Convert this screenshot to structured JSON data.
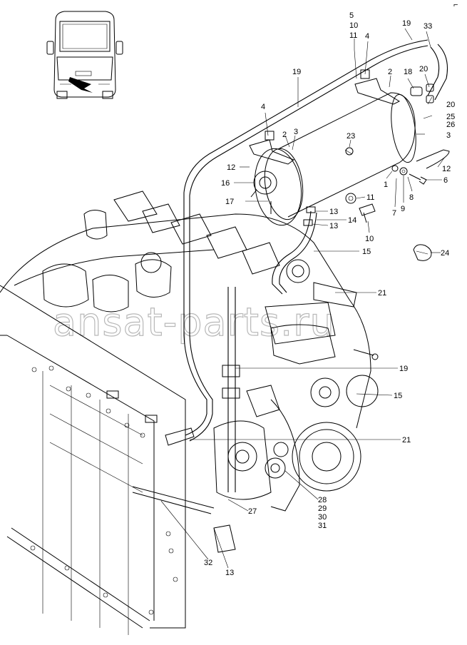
{
  "watermark": "ansat-parts.ru",
  "corner_mark": "⌐",
  "callouts": [
    {
      "id": "c5",
      "text": "5"
    },
    {
      "id": "c10a",
      "text": "10"
    },
    {
      "id": "c11a",
      "text": "11"
    },
    {
      "id": "c4a",
      "text": "4"
    },
    {
      "id": "c19a",
      "text": "19"
    },
    {
      "id": "c33",
      "text": "33"
    },
    {
      "id": "c2a",
      "text": "2"
    },
    {
      "id": "c18",
      "text": "18"
    },
    {
      "id": "c20a",
      "text": "20"
    },
    {
      "id": "c20b",
      "text": "20"
    },
    {
      "id": "c25",
      "text": "25"
    },
    {
      "id": "c26",
      "text": "26"
    },
    {
      "id": "c3a",
      "text": "3"
    },
    {
      "id": "c19b",
      "text": "19"
    },
    {
      "id": "c4b",
      "text": "4"
    },
    {
      "id": "c2b",
      "text": "2"
    },
    {
      "id": "c3b",
      "text": "3"
    },
    {
      "id": "c23",
      "text": "23"
    },
    {
      "id": "c12a",
      "text": "12"
    },
    {
      "id": "c16",
      "text": "16"
    },
    {
      "id": "c17",
      "text": "17"
    },
    {
      "id": "c1",
      "text": "1"
    },
    {
      "id": "c7",
      "text": "7"
    },
    {
      "id": "c9",
      "text": "9"
    },
    {
      "id": "c8",
      "text": "8"
    },
    {
      "id": "c6",
      "text": "6"
    },
    {
      "id": "c12b",
      "text": "12"
    },
    {
      "id": "c11b",
      "text": "11"
    },
    {
      "id": "c13a",
      "text": "13"
    },
    {
      "id": "c14",
      "text": "14"
    },
    {
      "id": "c13b",
      "text": "13"
    },
    {
      "id": "c10b",
      "text": "10"
    },
    {
      "id": "c15a",
      "text": "15"
    },
    {
      "id": "c24",
      "text": "24"
    },
    {
      "id": "c21a",
      "text": "21"
    },
    {
      "id": "c19c",
      "text": "19"
    },
    {
      "id": "c15b",
      "text": "15"
    },
    {
      "id": "c21b",
      "text": "21"
    },
    {
      "id": "c27",
      "text": "27"
    },
    {
      "id": "c28",
      "text": "28"
    },
    {
      "id": "c29",
      "text": "29"
    },
    {
      "id": "c30",
      "text": "30"
    },
    {
      "id": "c31",
      "text": "31"
    },
    {
      "id": "c32",
      "text": "32"
    },
    {
      "id": "c13c",
      "text": "13"
    }
  ]
}
